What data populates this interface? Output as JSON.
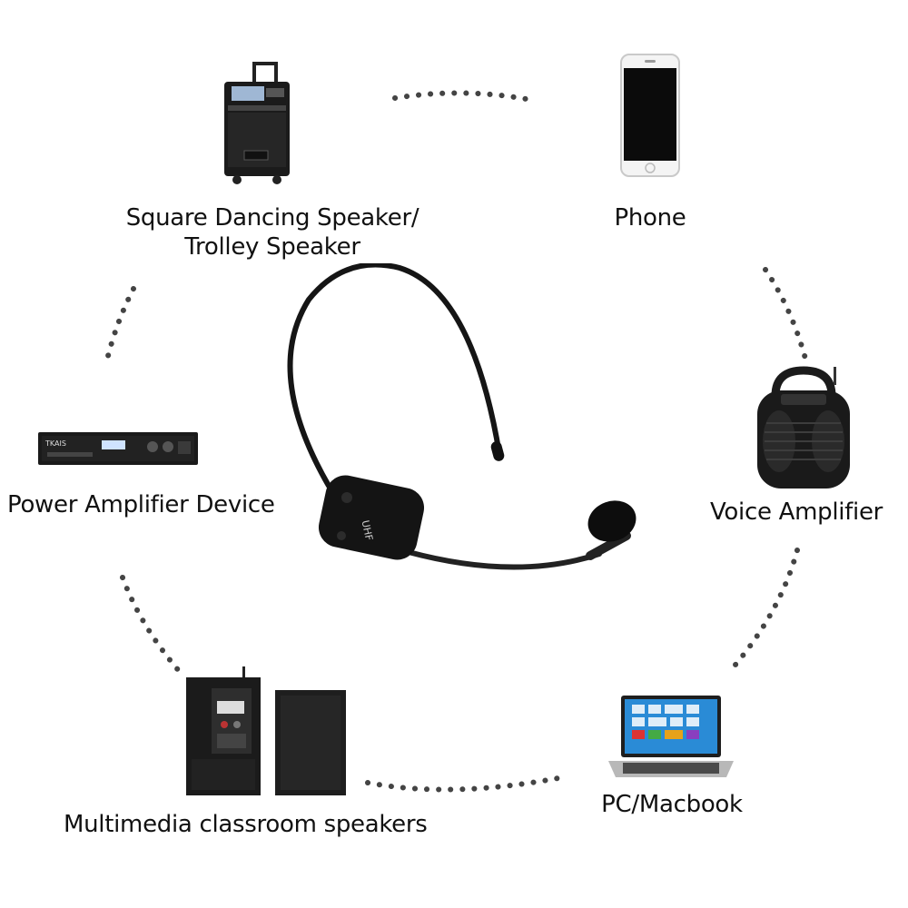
{
  "devices": {
    "trolley_speaker": {
      "label_line1": "Square Dancing Speaker/",
      "label_line2": "Trolley Speaker",
      "icon": "trolley-speaker-icon"
    },
    "phone": {
      "label": "Phone",
      "icon": "phone-icon"
    },
    "power_amplifier": {
      "label": "Power Amplifier Device",
      "icon": "rack-amplifier-icon"
    },
    "voice_amplifier": {
      "label": "Voice Amplifier",
      "icon": "voice-amplifier-icon"
    },
    "classroom_speakers": {
      "label": "Multimedia classroom speakers",
      "icon": "classroom-speakers-icon"
    },
    "pc_macbook": {
      "label": "PC/Macbook",
      "icon": "laptop-icon"
    }
  },
  "center": {
    "icon": "wireless-headset-microphone-icon",
    "transmitter_text": "UHF"
  },
  "colors": {
    "dots": "#444444",
    "device_dark": "#1b1b1b",
    "background": "#ffffff"
  }
}
